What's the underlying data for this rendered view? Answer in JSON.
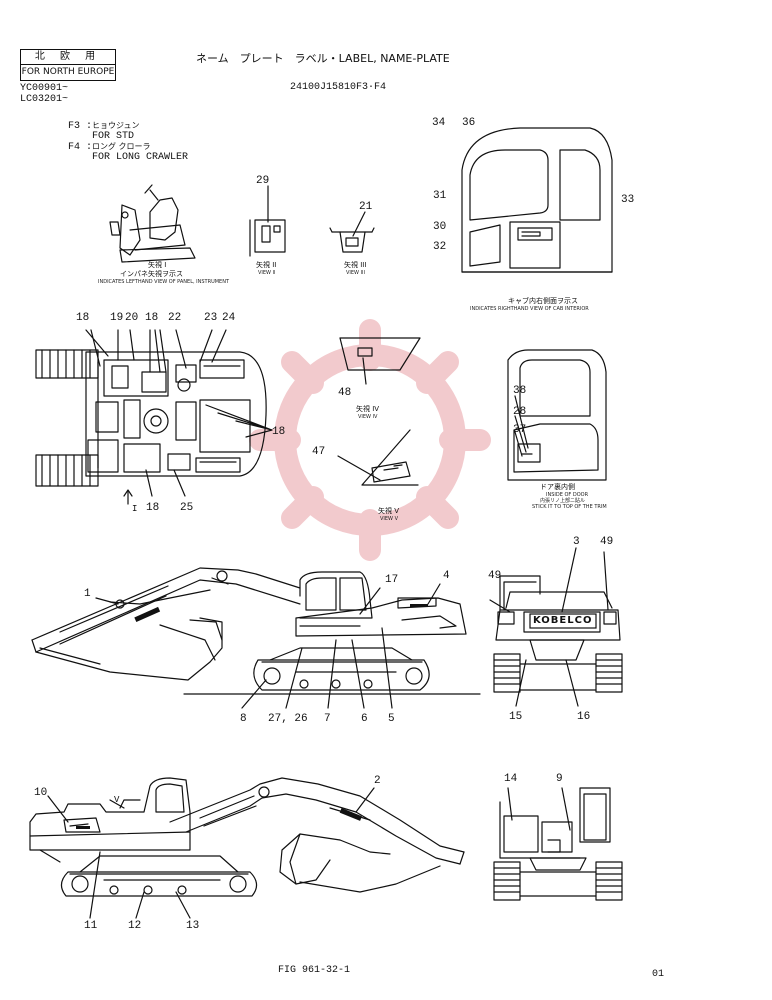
{
  "header": {
    "region_jp": "北 欧 用",
    "region_en": "FOR NORTH EUROPE",
    "serial_1": "YC00901~",
    "serial_2": "LC03201~",
    "title": "ネーム　プレート　ラベル・LABEL, NAME-PLATE",
    "drawing_no": "24100J15810F3·F4"
  },
  "variants": [
    {
      "code": "F3 :",
      "jp": "ヒョウジュン",
      "en": "FOR STD"
    },
    {
      "code": "F4 :",
      "jp": "ロング クローラ",
      "en": "FOR LONG CRAWLER"
    }
  ],
  "views": {
    "view_1_jp": "矢視 I",
    "view_1_sub_jp": "インパネ矢視ヲ示ス",
    "view_1_en": "INDICATES LEFTHAND VIEW OF PANEL, INSTRUMENT",
    "view_2_jp": "矢視 II",
    "view_2_en": "VIEW II",
    "view_3_jp": "矢視 III",
    "view_3_en": "VIEW III",
    "cab_jp": "キャブ内右側面ヲ示ス",
    "cab_en": "INDICATES RIGHTHAND VIEW OF CAB INTERIOR",
    "view_4_jp": "矢視 IV",
    "view_4_en": "VIEW IV",
    "view_5_jp": "矢視 V",
    "view_5_en": "VIEW V",
    "door_jp": "ドア裏内側",
    "door_en_1": "INSIDE OF DOOR",
    "door_jp_2": "内張リノ上部ニ貼ル",
    "door_en_2": "STICK IT TO TOP OF THE TRIM"
  },
  "brand": "KOBELCO",
  "callouts": {
    "c29": "29",
    "c21": "21",
    "c34": "34",
    "c36": "36",
    "c31": "31",
    "c30": "30",
    "c32": "32",
    "c33": "33",
    "c18a": "18",
    "c19": "19",
    "c20": "20",
    "c18b": "18",
    "c22": "22",
    "c23": "23",
    "c24": "24",
    "c18r": "18",
    "c18bot": "18",
    "c25": "25",
    "arrow1": "I",
    "c48": "48",
    "c47": "47",
    "c38": "38",
    "c28": "28",
    "c37": "37",
    "c1": "1",
    "c17": "17",
    "c4": "4",
    "c3": "3",
    "c49a": "49",
    "c49b": "49",
    "c8": "8",
    "c2726": "27, 26",
    "c7": "7",
    "c6": "6",
    "c5": "5",
    "c15": "15",
    "c16": "16",
    "c10": "10",
    "cV": "V",
    "c2": "2",
    "c14": "14",
    "c9": "9",
    "c11": "11",
    "c12": "12",
    "c13": "13"
  },
  "footer": {
    "fig": "FIG 961-32-1",
    "page": "01"
  }
}
